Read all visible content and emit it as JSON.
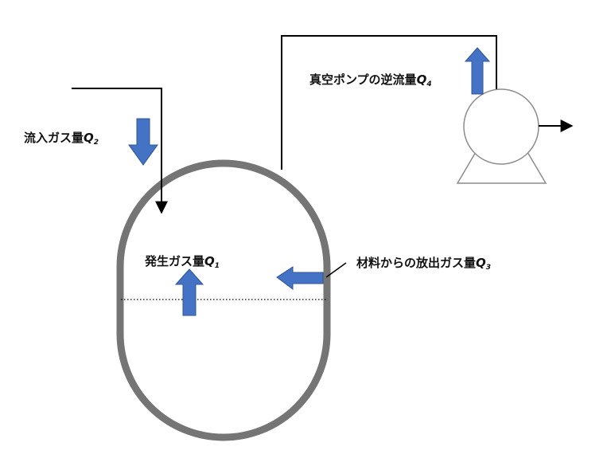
{
  "labels": {
    "inflow": {
      "text": "流入ガス量",
      "symbol": "Q",
      "sub": "2"
    },
    "pump": {
      "text": "真空ポンプの逆流量",
      "symbol": "Q",
      "sub": "4"
    },
    "internal": {
      "text": "発生ガス量",
      "symbol": "Q",
      "sub": "1"
    },
    "material": {
      "text": "材料からの放出ガス量",
      "symbol": "Q",
      "sub": "3"
    }
  },
  "colors": {
    "arrow_fill": "#4472c4",
    "arrow_stroke": "#2f5597",
    "vessel": "#757575",
    "pump": "#8c8c8c",
    "line": "#000000"
  }
}
